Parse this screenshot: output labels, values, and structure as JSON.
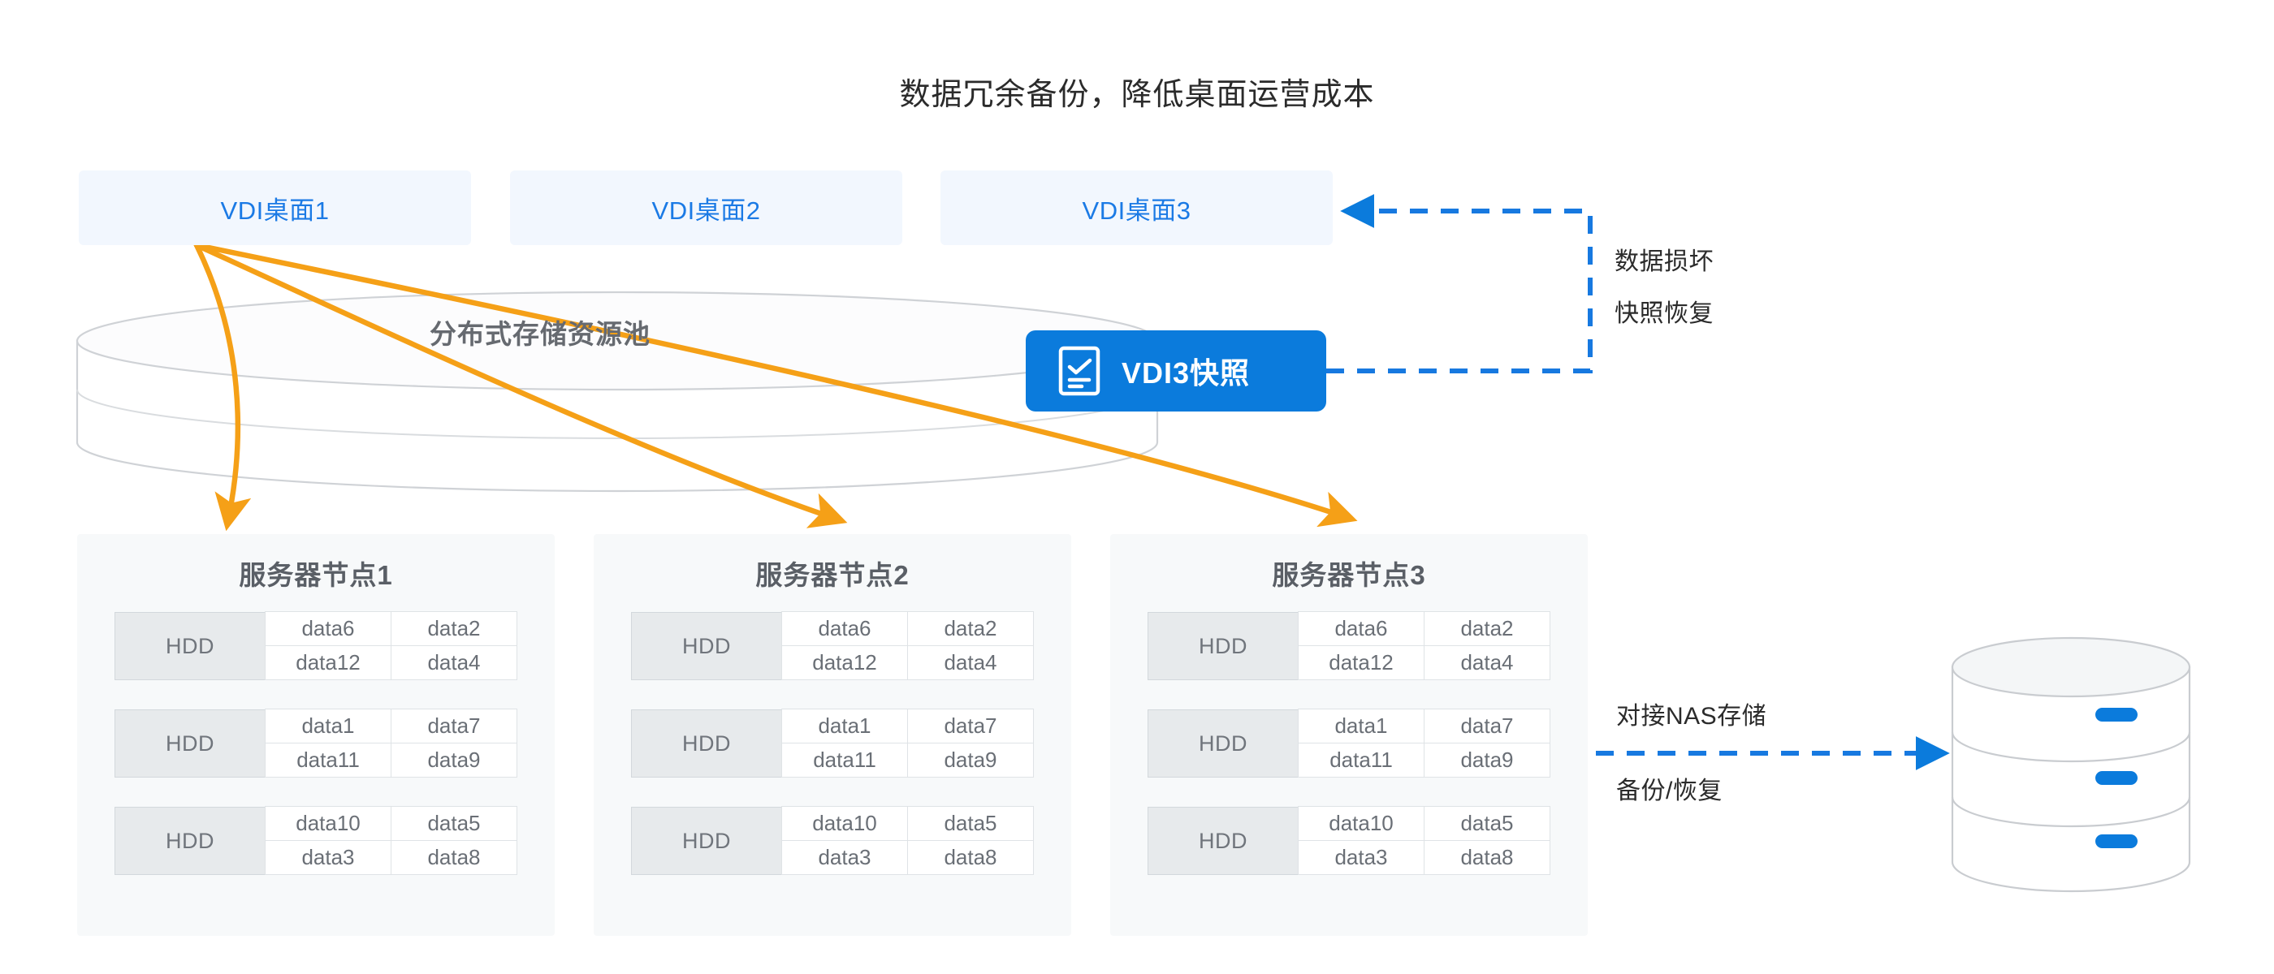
{
  "title": "数据冗余备份，降低桌面运营成本",
  "colors": {
    "accent_blue": "#0b7bdc",
    "vdi_text": "#1b7ae5",
    "vdi_box_bg": "#f2f7fe",
    "arrow_orange": "#f5a017",
    "panel_bg": "#f7f9fa",
    "hdd_bg": "#e7eaec",
    "text_dark": "#2b2b2b",
    "text_gray": "#666a70"
  },
  "vdi_desktops": [
    {
      "label": "VDI桌面1"
    },
    {
      "label": "VDI桌面2"
    },
    {
      "label": "VDI桌面3"
    }
  ],
  "storage_pool": {
    "label": "分布式存储资源池"
  },
  "snapshot_badge": {
    "label": "VDI3快照",
    "icon": "clipboard-check-icon"
  },
  "annotations": {
    "damage": "数据损坏",
    "snapshot_restore": "快照恢复",
    "nas_connect": "对接NAS存储",
    "backup_restore": "备份/恢复"
  },
  "nas": {
    "icon": "database-stack-icon",
    "tiers": 3
  },
  "server_nodes": [
    {
      "title": "服务器节点1",
      "disks": [
        {
          "label": "HDD",
          "cells": [
            "data6",
            "data2",
            "data12",
            "data4"
          ]
        },
        {
          "label": "HDD",
          "cells": [
            "data1",
            "data7",
            "data11",
            "data9"
          ]
        },
        {
          "label": "HDD",
          "cells": [
            "data10",
            "data5",
            "data3",
            "data8"
          ]
        }
      ]
    },
    {
      "title": "服务器节点2",
      "disks": [
        {
          "label": "HDD",
          "cells": [
            "data6",
            "data2",
            "data12",
            "data4"
          ]
        },
        {
          "label": "HDD",
          "cells": [
            "data1",
            "data7",
            "data11",
            "data9"
          ]
        },
        {
          "label": "HDD",
          "cells": [
            "data10",
            "data5",
            "data3",
            "data8"
          ]
        }
      ]
    },
    {
      "title": "服务器节点3",
      "disks": [
        {
          "label": "HDD",
          "cells": [
            "data6",
            "data2",
            "data12",
            "data4"
          ]
        },
        {
          "label": "HDD",
          "cells": [
            "data1",
            "data7",
            "data11",
            "data9"
          ]
        },
        {
          "label": "HDD",
          "cells": [
            "data10",
            "data5",
            "data3",
            "data8"
          ]
        }
      ]
    }
  ]
}
